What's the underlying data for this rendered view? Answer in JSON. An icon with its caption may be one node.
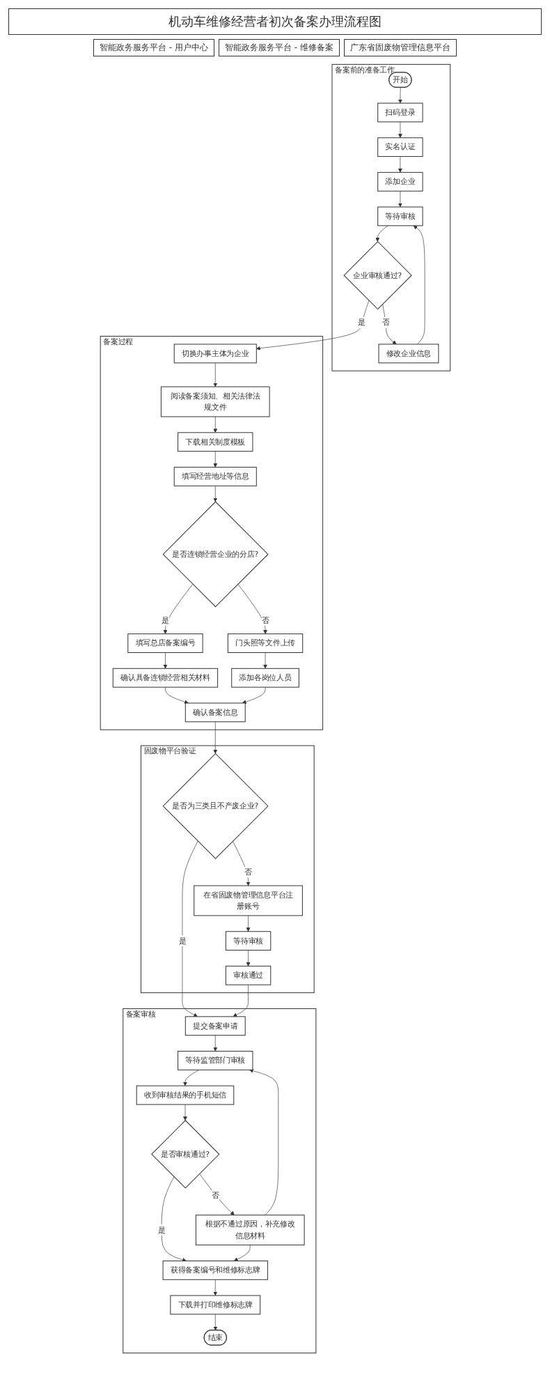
{
  "diagram": {
    "title": "机动车维修经营者初次备案办理流程图",
    "nodes": [
      {
        "text": [
          "备案前的准备工作"
        ]
      },
      {
        "text": [
          "开始"
        ],
        "in": 0
      },
      {
        "text": [
          "扫码登录"
        ],
        "in": 0
      },
      {
        "text": [
          "实名认证"
        ],
        "in": 0
      },
      {
        "text": [
          "添加企业"
        ],
        "in": 0
      },
      {
        "text": [
          "等待审核"
        ],
        "in": 0
      },
      {
        "text": [
          "企业审核通过?"
        ],
        "in": 0
      },
      {
        "text": [
          "修改企业信息"
        ],
        "in": 0
      },
      {
        "text": [
          "备案过程"
        ]
      },
      {
        "text": [
          "切换办事主体为企业"
        ],
        "in": 8
      },
      {
        "text": [
          "阅读备案须知、相关法律法规文件"
        ],
        "in": 8
      },
      {
        "text": [
          "下载相关制度模板"
        ],
        "in": 8
      },
      {
        "text": [
          "填写经营地址等信息"
        ],
        "in": 8
      },
      {
        "text": [
          "是否连锁经营企业的分店?"
        ],
        "in": 8
      },
      {
        "text": [
          "填写总店备案编号"
        ],
        "in": 8
      },
      {
        "text": [
          "门头照等文件上传"
        ],
        "in": 8
      },
      {
        "text": [
          "确认具备连锁经营相关材料"
        ],
        "in": 8
      },
      {
        "text": [
          "添加各岗位人员"
        ],
        "in": 8
      },
      {
        "text": [
          "确认备案信息"
        ],
        "in": 8
      },
      {
        "text": [
          "固废物平台验证"
        ]
      },
      {
        "text": [
          "是否为三类且不产废企业?"
        ],
        "in": 19
      },
      {
        "text": [
          "在省固废物管理信息平台注册账号"
        ],
        "in": 19
      },
      {
        "text": [
          "等待审核"
        ],
        "in": 19
      },
      {
        "text": [
          "审核通过"
        ],
        "in": 19
      },
      {
        "text": [
          "备案审核"
        ]
      },
      {
        "text": [
          "提交备案申请"
        ],
        "in": 24
      },
      {
        "text": [
          "等待监管部门审核"
        ],
        "in": 24
      },
      {
        "text": [
          "收到审核结果的手机短信"
        ],
        "in": 24
      },
      {
        "text": [
          "是否审核通过?"
        ],
        "in": 24
      },
      {
        "text": [
          "根据不通过原因，补充修改信息材料"
        ],
        "in": 24
      },
      {
        "text": [
          "获得备案编号和维修标志牌"
        ],
        "in": 24
      },
      {
        "text": [
          "下载并打印维修标志牌"
        ],
        "in": 24
      },
      {
        "text": [
          "结束"
        ],
        "in": 24
      }
    ],
    "edges": [
      {
        "from": 1,
        "to": 2,
        "arrow": "to"
      },
      {
        "from": 2,
        "to": 3,
        "arrow": "to"
      },
      {
        "from": 3,
        "to": 4,
        "arrow": "to"
      },
      {
        "from": 4,
        "to": 5,
        "arrow": "to"
      },
      {
        "from": 5,
        "to": 6,
        "arrow": "to"
      },
      {
        "from": 6,
        "to": 9,
        "label": "是",
        "arrow": "to"
      },
      {
        "from": 6,
        "to": 7,
        "label": "否",
        "arrow": "to"
      },
      {
        "from": 7,
        "to": 5,
        "arrow": "to"
      },
      {
        "from": 9,
        "to": 10,
        "arrow": "to"
      },
      {
        "from": 10,
        "to": 11,
        "arrow": "to"
      },
      {
        "from": 11,
        "to": 12,
        "arrow": "to"
      },
      {
        "from": 12,
        "to": 13,
        "arrow": "to"
      },
      {
        "from": 13,
        "to": 14,
        "label": "是",
        "arrow": "to"
      },
      {
        "from": 13,
        "to": 15,
        "label": "否",
        "arrow": "to"
      },
      {
        "from": 14,
        "to": 16,
        "arrow": "to"
      },
      {
        "from": 15,
        "to": 17,
        "arrow": "to"
      },
      {
        "from": 16,
        "to": 18,
        "arrow": "to"
      },
      {
        "from": 17,
        "to": 18,
        "arrow": "to"
      },
      {
        "from": 18,
        "to": 20,
        "arrow": "to"
      },
      {
        "from": 20,
        "to": 25,
        "label": "是",
        "arrow": "to"
      },
      {
        "from": 20,
        "to": 21,
        "label": "否",
        "arrow": "to"
      },
      {
        "from": 21,
        "to": 22,
        "arrow": "to"
      },
      {
        "from": 22,
        "to": 23,
        "arrow": "to"
      },
      {
        "from": 23,
        "to": 25,
        "arrow": "to"
      },
      {
        "from": 25,
        "to": 26,
        "arrow": "to"
      },
      {
        "from": 26,
        "to": 27,
        "arrow": "to"
      },
      {
        "from": 27,
        "to": 28,
        "arrow": "to"
      },
      {
        "from": 28,
        "to": 29,
        "label": "否",
        "arrow": "to"
      },
      {
        "from": 28,
        "to": 30,
        "label": "是",
        "arrow": "to"
      },
      {
        "from": 29,
        "to": 26,
        "arrow": "to"
      },
      {
        "from": 29,
        "to": 30,
        "arrow": "to"
      },
      {
        "from": 30,
        "to": 31,
        "arrow": "to"
      },
      {
        "from": 31,
        "to": 32,
        "arrow": "to"
      }
    ],
    "labels": [
      "智能政务服务平台 - 用户中心",
      "智能政务服务平台 - 维修备案",
      "广东省固废物管理信息平台"
    ]
  }
}
